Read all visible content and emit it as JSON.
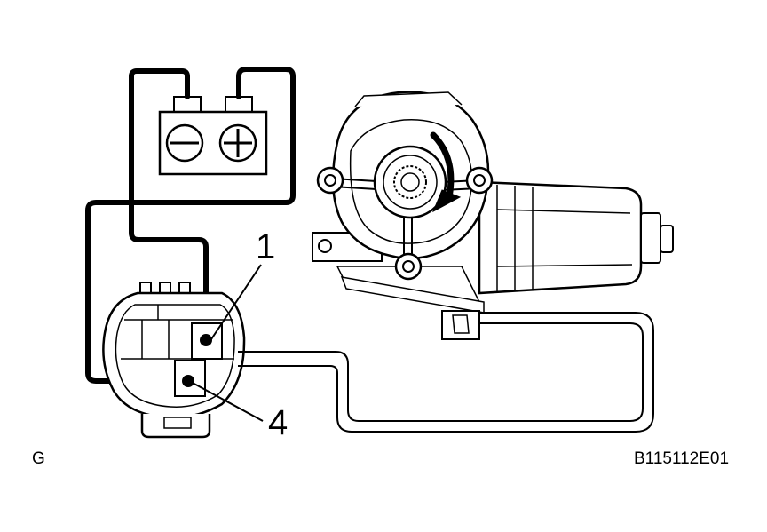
{
  "diagram": {
    "pin_labels": {
      "pin_1": "1",
      "pin_4": "4"
    },
    "corner_left": "G",
    "figure_code": "B115112E01"
  },
  "colors": {
    "ink": "#000000",
    "paper": "#ffffff"
  },
  "icons": {
    "battery": "battery-icon",
    "negative_terminal": "minus-icon",
    "positive_terminal": "plus-icon",
    "rotation_arrow": "clockwise-arrow-icon"
  }
}
